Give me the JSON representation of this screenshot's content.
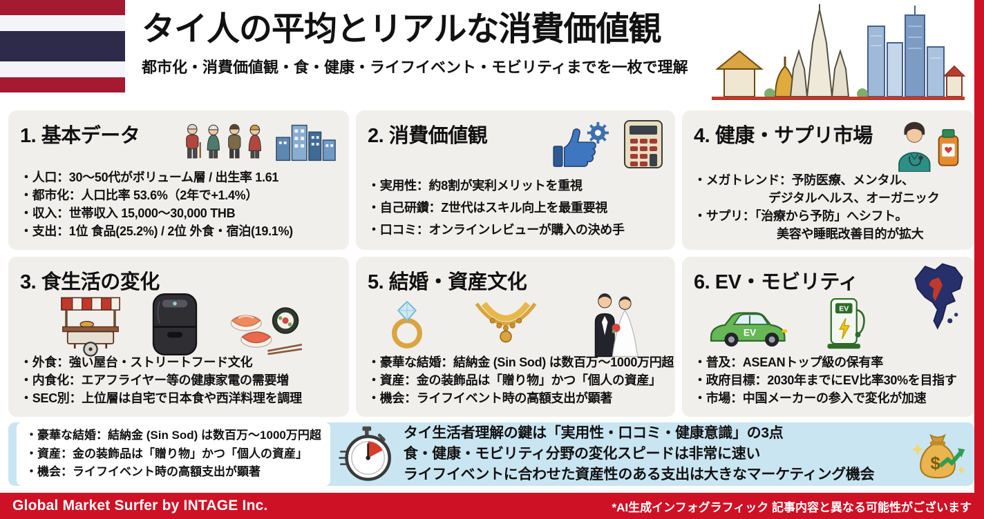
{
  "palette": {
    "accent_red": "#cf1126",
    "card_bg": "#f1efeb",
    "summary_bg": "#c9e5f2",
    "flag_red": "#A51931",
    "flag_blue": "#2D2A4A",
    "ev_green": "#67b757",
    "map_navy": "#27306b",
    "gold": "#d9a441"
  },
  "header": {
    "title": "タイ人の平均とリアルな消費価値観",
    "subtitle": "都市化・消費価値観・食・健康・ライフイベント・モビリティまでを一枚で理解"
  },
  "cards": {
    "basic": {
      "title": "1. 基本データ",
      "bullets": [
        "・人口：30〜50代がボリューム層 / 出生率 1.61",
        "・都市化：人口比率 53.6%（2年で+1.4%）",
        "・収入：世帯収入 15,000〜30,000 THB",
        "・支出：1位 食品(25.2%) / 2位 外食・宿泊(19.1%)"
      ]
    },
    "values": {
      "title": "2. 消費価値観",
      "bullets": [
        "・実用性：約8割が実利メリットを重視",
        "・自己研鑽：Z世代はスキル向上を最重要視",
        "・口コミ：オンラインレビューが購入の決め手"
      ]
    },
    "health": {
      "title": "4. 健康・サプリ市場",
      "bullets": [
        "・メガトレンド：予防医療、メンタル、",
        "デジタルヘルス、オーガニック",
        "・サプリ：「治療から予防」へシフト。",
        "美容や睡眠改善目的が拡大"
      ]
    },
    "food": {
      "title": "3. 食生活の変化",
      "bullets": [
        "・外食：強い屋台・ストリートフード文化",
        "・内食化：エアフライヤー等の健康家電の需要増",
        "・SEC別：上位層は自宅で日本食や西洋料理を調理"
      ]
    },
    "marriage": {
      "title": "5. 結婚・資産文化",
      "bullets": [
        "・豪華な結婚：結納金 (Sin Sod) は数百万〜1000万円超",
        "・資産：金の装飾品は「贈り物」かつ「個人の資産」",
        "・機会：ライフイベント時の高額支出が顕著"
      ]
    },
    "ev": {
      "title": "6. EV・モビリティ",
      "bullets": [
        "・普及：ASEANトップ級の保有率",
        "・政府目標：2030年までにEV比率30%を目指す",
        "・市場：中国メーカーの参入で変化が加速"
      ]
    }
  },
  "summary": {
    "box_bullets": [
      "・豪華な結婚：結納金 (Sin Sod) は数百万〜1000万円超",
      "・資産：金の装飾品は「贈り物」かつ「個人の資産」",
      "・機会：ライフイベント時の高額支出が顕著"
    ],
    "key_lines": [
      "タイ生活者理解の鍵は「実用性・口コミ・健康意識」の3点",
      "食・健康・モビリティ分野の変化スピードは非常に速い",
      "ライフイベントに合わせた資産性のある支出は大きなマーケティング機会"
    ]
  },
  "footer": {
    "left": "Global Market Surfer by INTAGE Inc.",
    "right": "*AI生成インフォグラフィック 記事内容と異なる可能性がございます"
  },
  "icon_labels": {
    "ev": "EV",
    "dollar": "$"
  },
  "icons": [
    "thai-flag",
    "bangkok-skyline-illustration",
    "elderly-family-icon",
    "city-buildings-icon",
    "thumbs-up-gear-icon",
    "calculator-icon",
    "doctor-icon",
    "supplement-bottle-icon",
    "street-food-cart-icon",
    "air-fryer-icon",
    "sushi-icon",
    "diamond-ring-icon",
    "gold-necklace-icon",
    "wedding-couple-icon",
    "ev-car-icon",
    "ev-charger-icon",
    "thailand-map-icon",
    "stopwatch-icon",
    "money-bag-icon"
  ]
}
